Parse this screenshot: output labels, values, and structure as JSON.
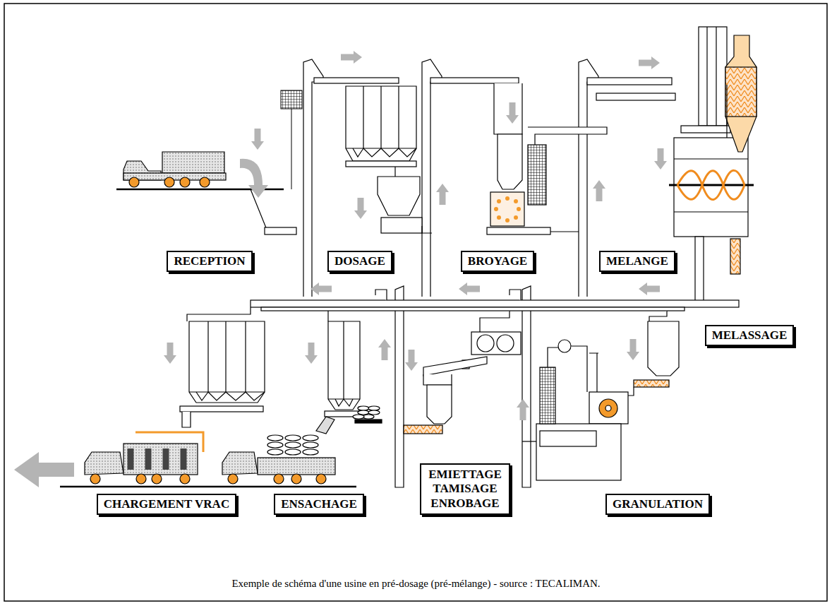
{
  "diagram": {
    "caption": "Exemple de schéma d'une usine en pré-dosage (pré-mélange) - source : TECALIMAN.",
    "nodes": [
      {
        "text": [
          "RECEPTION"
        ]
      },
      {
        "text": [
          "DOSAGE"
        ]
      },
      {
        "text": [
          "BROYAGE"
        ]
      },
      {
        "text": [
          "MELANGE"
        ]
      },
      {
        "text": [
          "MELASSAGE"
        ]
      },
      {
        "text": [
          "CHARGEMENT VRAC"
        ]
      },
      {
        "text": [
          "ENSACHAGE"
        ]
      },
      {
        "text": [
          "EMIETTAGE TAMISAGE ENROBAGE"
        ]
      },
      {
        "text": [
          "GRANULATION"
        ]
      }
    ]
  }
}
